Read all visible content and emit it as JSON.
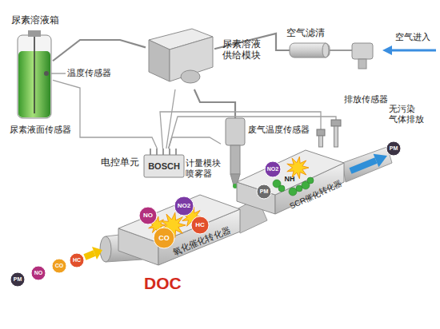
{
  "diagram": {
    "nodes": [
      {
        "text": [
          "尿素溶液箱"
        ]
      },
      {
        "text": [
          "尿素溶液 供给模块"
        ]
      },
      {
        "text": [
          "空气滤清"
        ]
      },
      {
        "text": [
          "电控单元",
          "BOSCH"
        ]
      },
      {
        "text": [
          "计量模块 喷雾器"
        ]
      },
      {
        "text": [
          "氧化催化转化器",
          "DOC"
        ]
      },
      {
        "text": [
          "SCR催化转化器"
        ]
      },
      {
        "text": [
          "排放传感器"
        ]
      },
      {
        "text": [
          "废气温度传感器"
        ]
      }
    ],
    "edges": [
      {
        "from": 0,
        "to": 1,
        "arrow": "none"
      },
      {
        "from": 2,
        "to": 1,
        "arrow": "none"
      },
      {
        "from": 1,
        "to": 4,
        "arrow": "none"
      },
      {
        "from": 3,
        "to": 4,
        "arrow": "none"
      },
      {
        "from": 3,
        "to": 0,
        "arrow": "none"
      },
      {
        "from": 3,
        "to": 1,
        "arrow": "none"
      },
      {
        "from": 3,
        "to": 8,
        "arrow": "none"
      },
      {
        "from": 3,
        "to": 7,
        "arrow": "none"
      }
    ],
    "labels": [
      "温度传感器",
      "尿素液面传感器",
      "空气进入",
      "无污染 气体排放",
      "PM",
      "NO",
      "CO",
      "HC",
      "NO",
      "NO2",
      "CO",
      "HC",
      "NO2",
      "PM",
      "NH",
      "PM"
    ]
  }
}
